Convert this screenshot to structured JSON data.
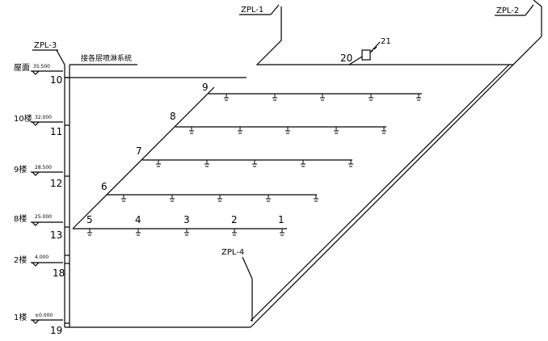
{
  "pipe_labels": {
    "zpl1": "ZPL-1",
    "zpl2": "ZPL-2",
    "zpl3": "ZPL-3",
    "zpl4": "ZPL-4"
  },
  "system_title": "接各层喷淋系统",
  "floors": {
    "roof": {
      "name": "屋面",
      "elev": "35.500"
    },
    "f10": {
      "name": "10楼",
      "elev": "32.000"
    },
    "f9": {
      "name": "9楼",
      "elev": "28.500"
    },
    "f8": {
      "name": "8楼",
      "elev": "25.000"
    },
    "f2": {
      "name": "2楼",
      "elev": "4.000"
    },
    "f1": {
      "name": "1楼",
      "elev": "±0.000"
    }
  },
  "nodes": {
    "n1": "1",
    "n2": "2",
    "n3": "3",
    "n4": "4",
    "n5": "5",
    "n6": "6",
    "n7": "7",
    "n8": "8",
    "n9": "9",
    "n10": "10",
    "n11": "11",
    "n12": "12",
    "n13": "13",
    "n18": "18",
    "n19": "19",
    "n20": "20",
    "n21": "21"
  },
  "colors": {
    "line": "#000000",
    "background": "#ffffff"
  }
}
